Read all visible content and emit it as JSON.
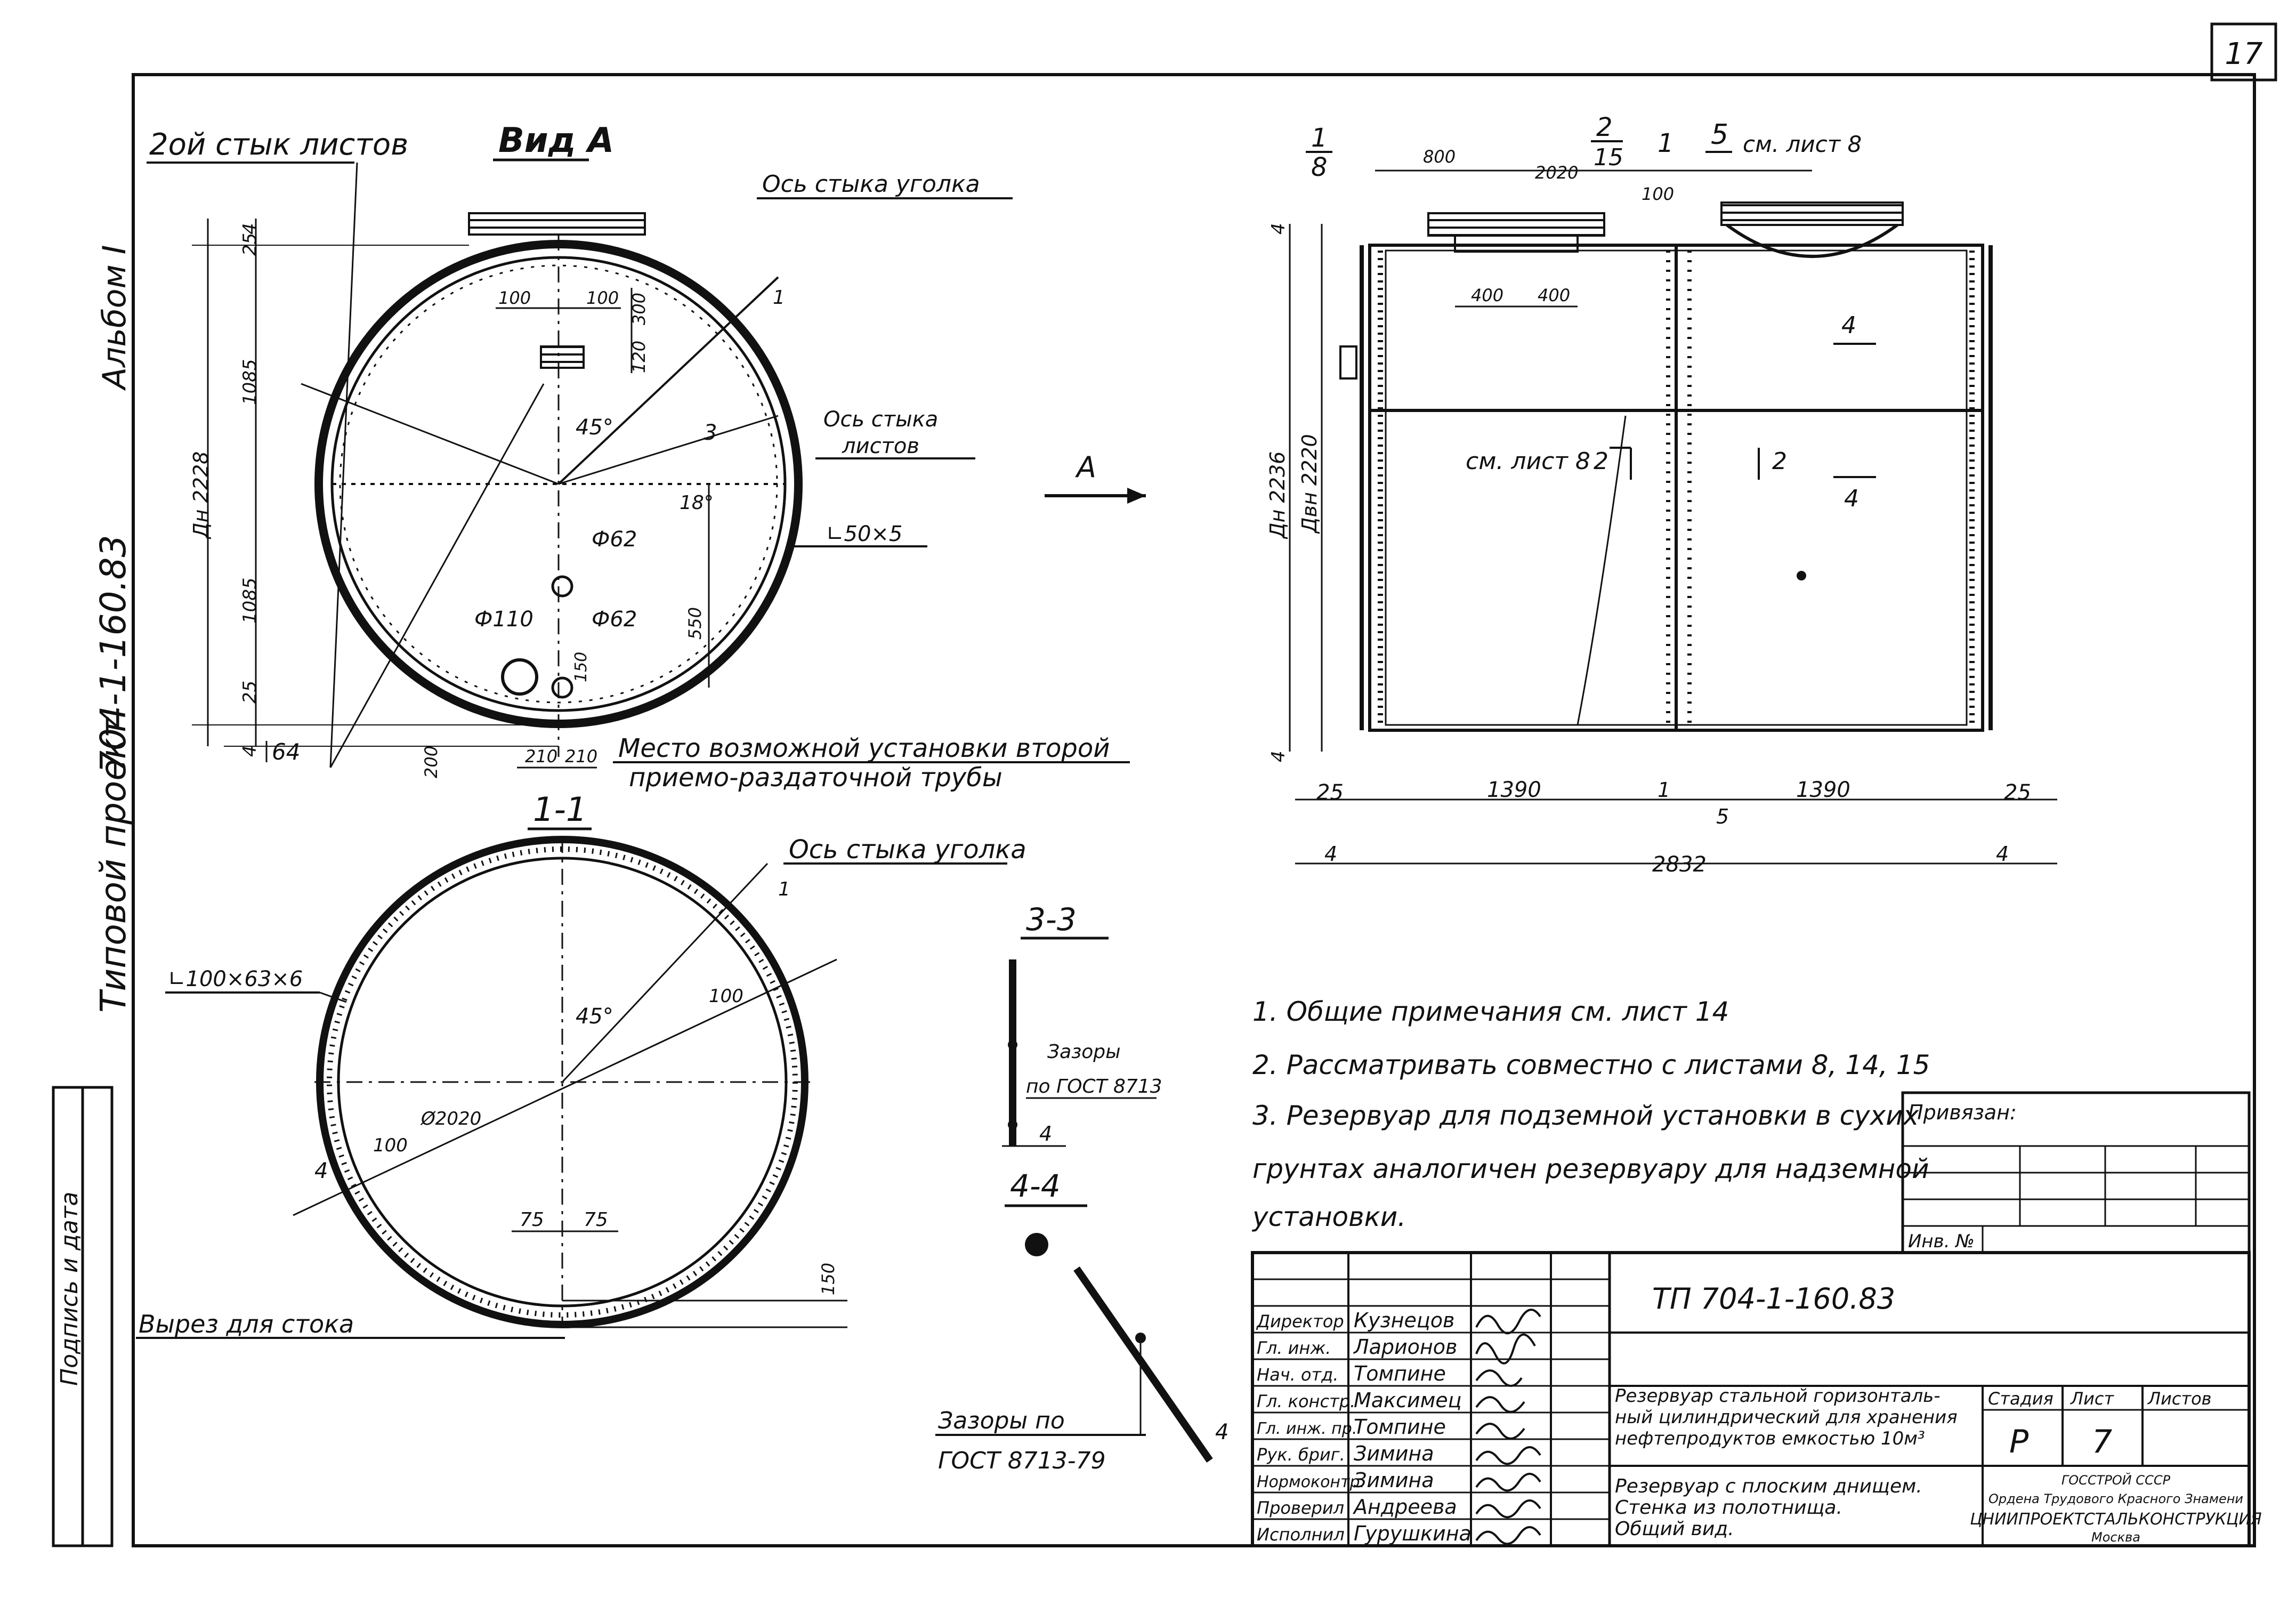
{
  "sheet_number": "17",
  "side_labels": {
    "album": "Альбом I",
    "project_code": "704-1-160.83",
    "standard_project": "Типовой проект",
    "stamp": "Подпись и дата"
  },
  "view_a": {
    "weld_label": "2ой стык листов",
    "title": "Вид А",
    "angle_axis": "Ось стыка уголка",
    "sheet_axis_line1": "Ось стыка",
    "sheet_axis_line2": "листов",
    "diameter": "Дн 2228",
    "dims": {
      "d4_top": "4",
      "d25_top": "25",
      "d1085_top": "1085",
      "d1085_bottom": "1085",
      "d25_bottom": "25",
      "d4_bottom": "4",
      "d64": "64",
      "d100_left": "100",
      "d100_right": "100",
      "d300": "300",
      "d120": "120",
      "d1": "1",
      "d3": "3",
      "d550": "550",
      "d150": "150",
      "d200": "200",
      "d210_left": "210",
      "d210_right": "210"
    },
    "angle_45": "45°",
    "angle_18": "18°",
    "angle_profile": "∟50×5",
    "phi62_top": "Ф62",
    "phi62_bottom": "Ф62",
    "phi110": "Ф110",
    "note_line1": "Место возможной установки второй",
    "note_line2": "приемо-раздаточной трубы"
  },
  "arrow_a": "А",
  "side_view": {
    "ref_1_top": "1",
    "ref_1_bottom": "8",
    "ref_2_top": "2",
    "ref_2_bottom": "15",
    "ref_1b": "1",
    "ref_5": "5",
    "see_sheet_8": "см. лист 8",
    "dim_800": "800",
    "dim_2020": "2020",
    "dim_100": "100",
    "dim_400_left": "400",
    "dim_400_right": "400",
    "dn_outer": "Дн 2236",
    "dn_inner": "Двн 2220",
    "mid_label": "см. лист 8",
    "mark_2": "2",
    "mark_2b": "2",
    "mark_4_top": "4",
    "mark_4_bottom": "4",
    "dim_4_top": "4",
    "dim_4_bottom": "4",
    "dim_25_left": "25",
    "dim_1390_left": "1390",
    "dim_1": "1",
    "dim_1390_right": "1390",
    "dim_25_right": "25",
    "dim_5": "5",
    "dim_4_left": "4",
    "dim_total": "2832",
    "dim_4_right": "4"
  },
  "section_1_1": {
    "title": "1-1",
    "angle_axis": "Ось стыка уголка",
    "profile": "∟100×63×6",
    "angle_45": "45°",
    "d100": "100",
    "d100b": "100",
    "d2020": "Ø2020",
    "d4": "4",
    "d1": "1",
    "d75_left": "75",
    "d75_right": "75",
    "d150": "150",
    "drain": "Вырез для стока"
  },
  "section_3_3": {
    "title": "3-3",
    "gaps_line1": "Зазоры",
    "gaps_line2": "по ГОСТ 8713",
    "d4": "4"
  },
  "section_4_4": {
    "title": "4-4",
    "gaps_line1": "Зазоры по",
    "gaps_line2": "ГОСТ 8713-79",
    "d4": "4"
  },
  "notes": [
    "1. Общие примечания см. лист 14",
    "2. Рассматривать совместно с листами 8, 14, 15",
    "3. Резервуар для подземной установки в сухих",
    "грунтах аналогичен резервуару для надземной",
    "установки."
  ],
  "right_block": {
    "linked": "Привязан:",
    "inv_no": "Инв. №"
  },
  "title_block": {
    "doc_code": "ТП 704-1-160.83",
    "roles": [
      "Директор",
      "Гл. инж.",
      "Нач. отд.",
      "Гл. констр.",
      "Гл. инж. пр.",
      "Рук. бриг.",
      "Нормоконтр.",
      "Проверил",
      "Исполнил"
    ],
    "names": [
      "Кузнецов",
      "Ларионов",
      "Томпине",
      "Максимец",
      "Томпине",
      "Зимина",
      "Зимина",
      "Андреева",
      "Гурушкина"
    ],
    "object_line1": "Резервуар стальной горизонталь-",
    "object_line2": "ный цилиндрический для хранения",
    "object_line3": "нефтепродуктов емкостью 10м³",
    "sheet_line1": "Резервуар с плоским днищем.",
    "sheet_line2": "Стенка из полотнища.",
    "sheet_line3": "Общий вид.",
    "stage_header": "Стадия",
    "sheet_header": "Лист",
    "sheets_header": "Листов",
    "stage": "Р",
    "sheet": "7",
    "sheets": "",
    "org_line1": "ГОССТРОЙ СССР",
    "org_line2": "Ордена Трудового Красного Знамени",
    "org_line3": "ЦНИИПРОЕКТСТАЛЬКОНСТРУКЦИЯ",
    "org_line4": "Москва"
  }
}
